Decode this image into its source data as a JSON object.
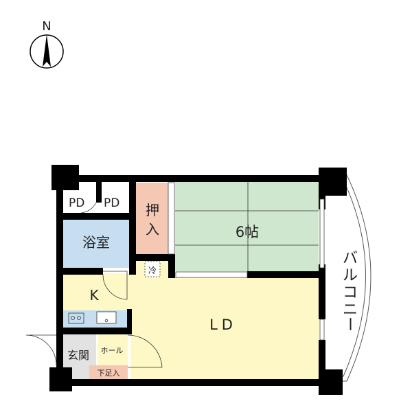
{
  "compass": {
    "label": "N"
  },
  "rooms": {
    "pd1": "PD",
    "pd2": "PD",
    "bath": "浴室",
    "closet_line1": "押",
    "closet_line2": "入",
    "tatami": "6帖",
    "fridge": "冷",
    "kitchen": "K",
    "ld": "LD",
    "genkan": "玄関",
    "hall": "ホール",
    "shoe": "下足入",
    "balcony": [
      "バ",
      "ル",
      "コ",
      "ニ",
      "ー"
    ]
  },
  "colors": {
    "wall": "#000000",
    "bath": "#c6def0",
    "closet": "#f4c8b2",
    "tatami": "#cfe6cf",
    "ld": "#fdf8c6",
    "genkan": "#e2e2e2",
    "counter": "#c6def0"
  }
}
